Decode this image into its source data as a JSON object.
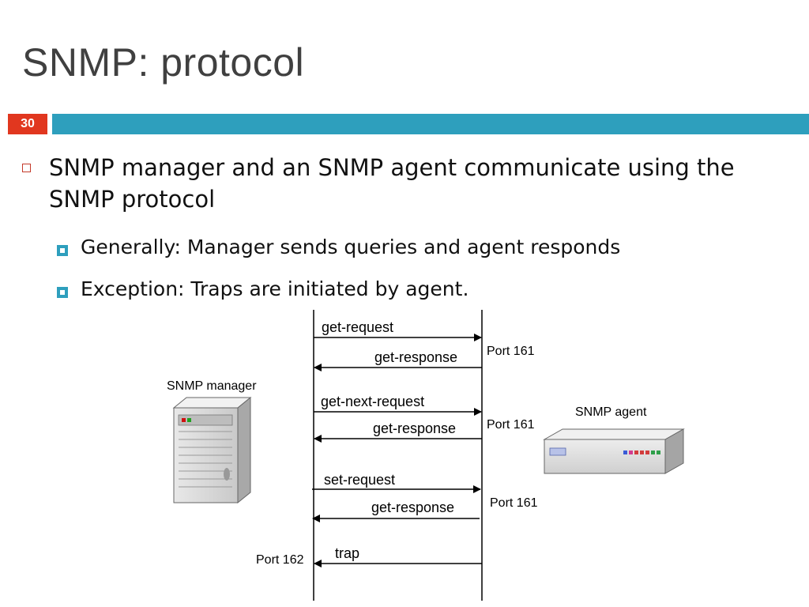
{
  "slide": {
    "title": "SNMP: protocol",
    "number": "30"
  },
  "bullets": {
    "main": "SNMP manager and an SNMP agent communicate using the SNMP protocol",
    "sub1": "Generally: Manager sends queries and agent responds",
    "sub2": "Exception: Traps are initiated by agent."
  },
  "diagram": {
    "manager_label": "SNMP manager",
    "agent_label": "SNMP agent",
    "messages": {
      "get_request": "get-request",
      "get_response_1": "get-response",
      "get_next_request": "get-next-request",
      "get_response_2": "get-response",
      "set_request": "set-request",
      "get_response_3": "get-response",
      "trap": "trap"
    },
    "ports": {
      "agent_1": "Port 161",
      "agent_2": "Port 161",
      "agent_3": "Port 161",
      "manager_trap": "Port 162"
    }
  }
}
